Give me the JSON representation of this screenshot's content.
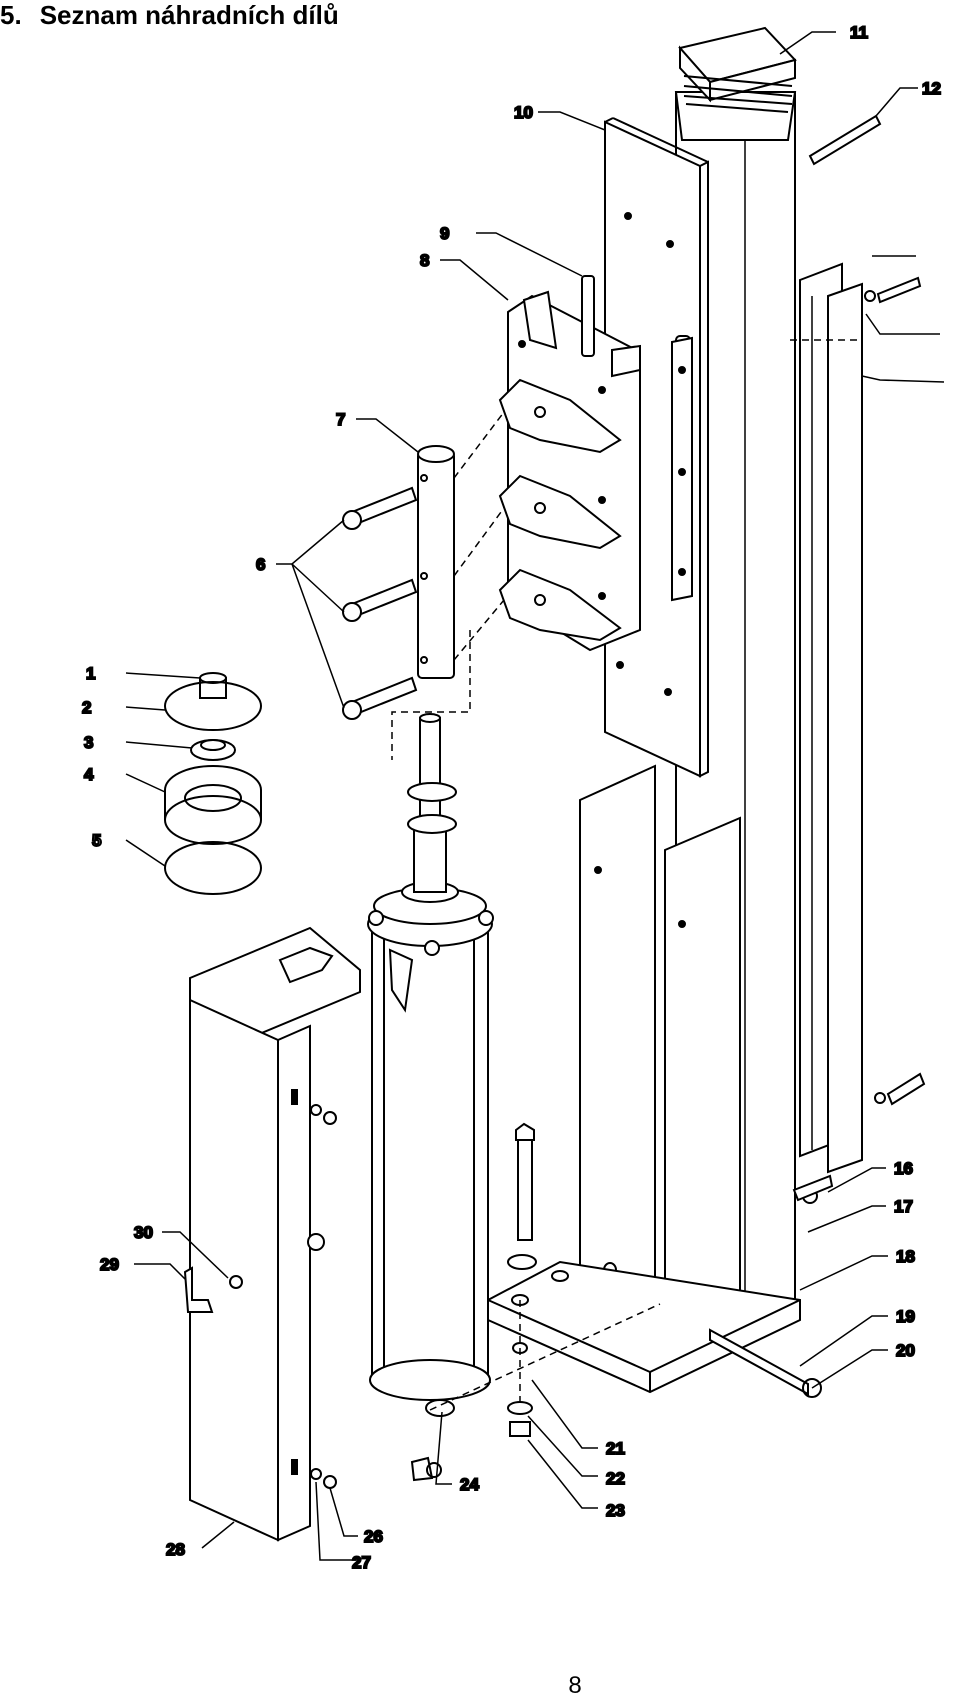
{
  "section": {
    "number": "5.",
    "title": "Seznam náhradních dílů"
  },
  "callouts": [
    {
      "id": "c1",
      "text": "1"
    },
    {
      "id": "c2",
      "text": "2"
    },
    {
      "id": "c3",
      "text": "3"
    },
    {
      "id": "c4",
      "text": "4"
    },
    {
      "id": "c5",
      "text": "5"
    },
    {
      "id": "c6",
      "text": "6"
    },
    {
      "id": "c7",
      "text": "7"
    },
    {
      "id": "c8",
      "text": "8"
    },
    {
      "id": "c9",
      "text": "9"
    },
    {
      "id": "c10",
      "text": "10"
    },
    {
      "id": "c11",
      "text": "11"
    },
    {
      "id": "c12",
      "text": "12"
    },
    {
      "id": "c16",
      "text": "16"
    },
    {
      "id": "c17",
      "text": "17"
    },
    {
      "id": "c18",
      "text": "18"
    },
    {
      "id": "c19",
      "text": "19"
    },
    {
      "id": "c20",
      "text": "20"
    },
    {
      "id": "c21",
      "text": "21"
    },
    {
      "id": "c22",
      "text": "22"
    },
    {
      "id": "c23",
      "text": "23"
    },
    {
      "id": "c24",
      "text": "24"
    },
    {
      "id": "c26",
      "text": "26"
    },
    {
      "id": "c27",
      "text": "27"
    },
    {
      "id": "c28",
      "text": "28"
    },
    {
      "id": "c29",
      "text": "29"
    },
    {
      "id": "c30",
      "text": "30"
    }
  ],
  "page_number": "8",
  "colors": {
    "ink": "#000000",
    "paper": "#ffffff",
    "faded_label": "#9a9a9a"
  }
}
